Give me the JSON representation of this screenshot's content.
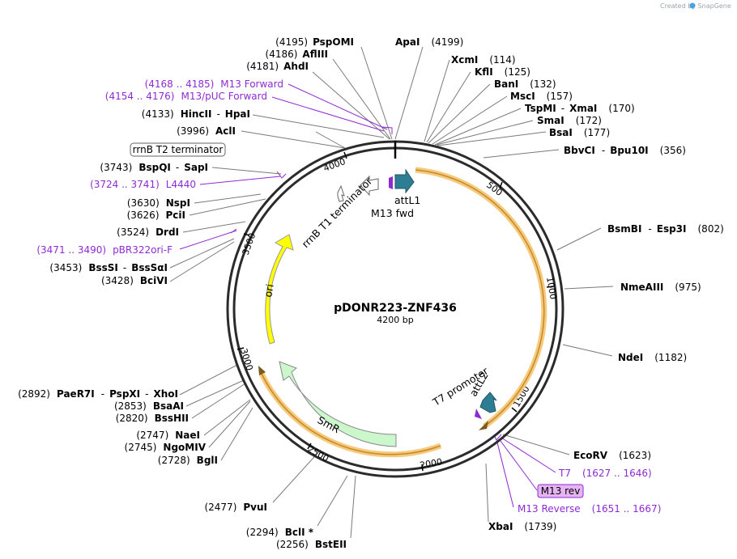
{
  "credit": "Created by SnapGene",
  "plasmid": {
    "name": "pDONR223-ZNF436",
    "length": "4200 bp"
  },
  "ticks": [
    "500",
    "1000",
    "1500",
    "2000",
    "2500",
    "3000",
    "3500",
    "4000"
  ],
  "features": [
    {
      "label": "attL1"
    },
    {
      "label": "M13 fwd"
    },
    {
      "label": "rrnB T1 terminator"
    },
    {
      "label": "ori"
    },
    {
      "label": "SmR"
    },
    {
      "label": "T7 promoter"
    },
    {
      "label": "attL2"
    }
  ],
  "boxed": {
    "rrnb_t2": "rrnB T2 terminator",
    "m13rev": "M13 rev"
  },
  "sites": [
    {
      "pos": "(4195)",
      "name": "PspOMI"
    },
    {
      "pos": "(4186)",
      "name": "AflIII"
    },
    {
      "pos": "(4181)",
      "name": "AhdI"
    },
    {
      "pos": "(4168 .. 4185)",
      "name": "M13 Forward"
    },
    {
      "pos": "(4154 .. 4176)",
      "name": "M13/pUC Forward"
    },
    {
      "pos": "(4133)",
      "name": "HincII",
      "name2": "HpaI"
    },
    {
      "pos": "(3996)",
      "name": "AclI"
    },
    {
      "pos": "(3743)",
      "name": "BspQI",
      "name2": "SapI"
    },
    {
      "pos": "(3724 .. 3741)",
      "name": "L4440"
    },
    {
      "pos": "(3630)",
      "name": "NspI"
    },
    {
      "pos": "(3626)",
      "name": "PciI"
    },
    {
      "pos": "(3524)",
      "name": "DrdI"
    },
    {
      "pos": "(3471 .. 3490)",
      "name": "pBR322ori-F"
    },
    {
      "pos": "(3453)",
      "name": "BssSI",
      "name2": "BssSαI"
    },
    {
      "pos": "(3428)",
      "name": "BciVI"
    },
    {
      "pos": "(2892)",
      "name": "PaeR7I",
      "name2": "PspXI",
      "name3": "XhoI"
    },
    {
      "pos": "(2853)",
      "name": "BsaAI"
    },
    {
      "pos": "(2820)",
      "name": "BssHII"
    },
    {
      "pos": "(2747)",
      "name": "NaeI"
    },
    {
      "pos": "(2745)",
      "name": "NgoMIV"
    },
    {
      "pos": "(2728)",
      "name": "BglI"
    },
    {
      "pos": "(2477)",
      "name": "PvuI"
    },
    {
      "pos": "(2294)",
      "name": "BclI *"
    },
    {
      "pos": "(2256)",
      "name": "BstEII"
    },
    {
      "pos": "(4199)",
      "name": "ApaI"
    },
    {
      "pos": "(114)",
      "name": "XcmI"
    },
    {
      "pos": "(125)",
      "name": "KflI"
    },
    {
      "pos": "(132)",
      "name": "BanI"
    },
    {
      "pos": "(157)",
      "name": "MscI"
    },
    {
      "pos": "(170)",
      "name": "TspMI",
      "name2": "XmaI"
    },
    {
      "pos": "(172)",
      "name": "SmaI"
    },
    {
      "pos": "(177)",
      "name": "BsaI"
    },
    {
      "pos": "(356)",
      "name": "BbvCI",
      "name2": "Bpu10I"
    },
    {
      "pos": "(802)",
      "name": "BsmBI",
      "name2": "Esp3I"
    },
    {
      "pos": "(975)",
      "name": "NmeAIII"
    },
    {
      "pos": "(1182)",
      "name": "NdeI"
    },
    {
      "pos": "(1623)",
      "name": "EcoRV"
    },
    {
      "pos": "(1627 .. 1646)",
      "name": "T7"
    },
    {
      "pos": "(1651 .. 1667)",
      "name": "M13 Reverse"
    },
    {
      "pos": "(1739)",
      "name": "XbaI"
    }
  ],
  "sep": "-",
  "colors": {
    "primer": "#8e2bd3",
    "ori": "#ffff00",
    "smr": "#ccf7cc",
    "att": "#2e7e93",
    "orf_glow": "#f7c97a",
    "orf_line": "#c4882d"
  }
}
